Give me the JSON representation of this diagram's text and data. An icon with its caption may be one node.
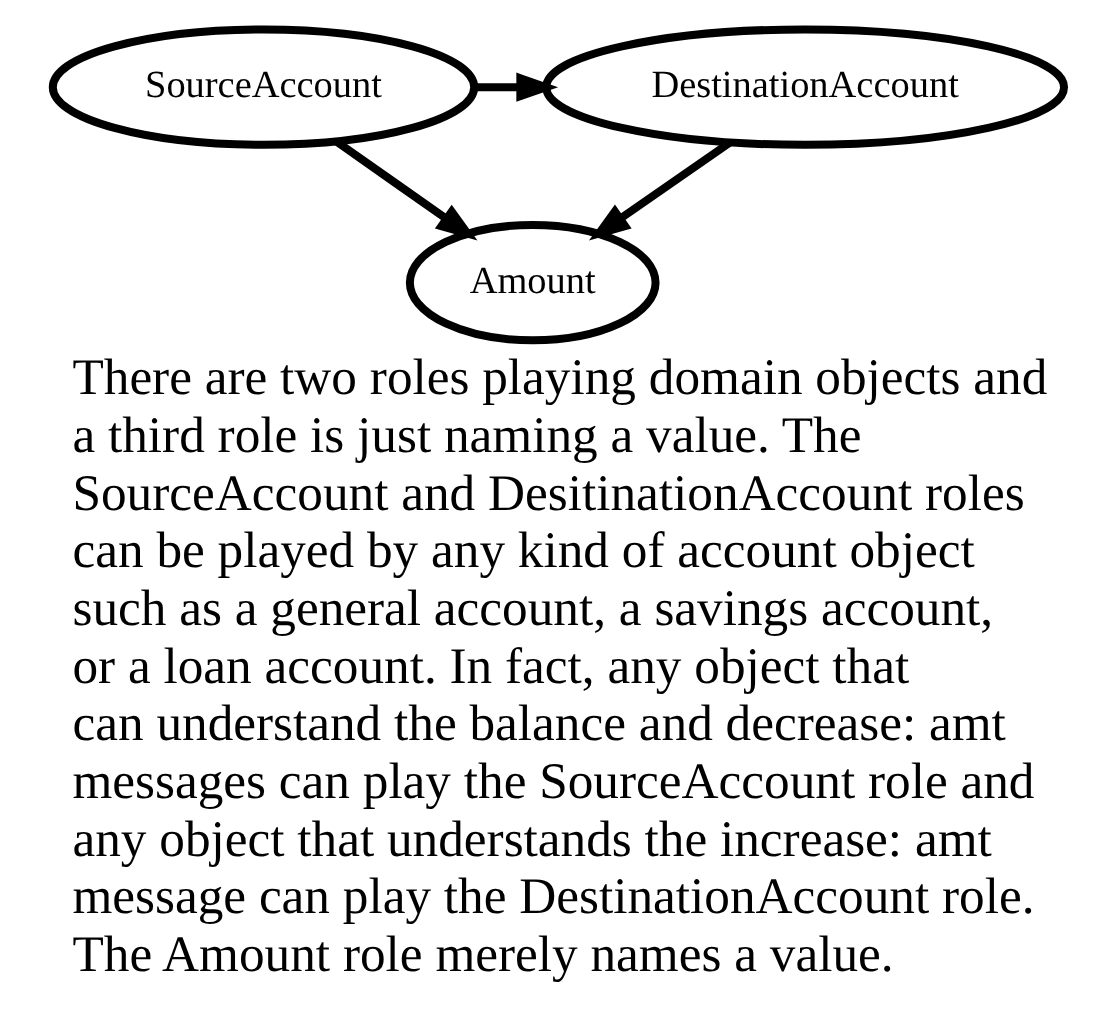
{
  "diagram": {
    "caption": "There are two roles playing domain objects and a third role is just naming a value. The SourceAccount and DesitinationAccount roles can be played by any kind of account object such as a general account, a savings account, or a loan account. In fact, any object that can understand the balance and decrease: amt messages can play the SourceAccount role and any object that understands the increase: amt message can play the DestinationAccount role. The Amount role merely names a value.",
    "nodes": [
      {
        "text": [
          "SourceAccount"
        ]
      },
      {
        "text": [
          "DestinationAccount"
        ]
      },
      {
        "text": [
          "Amount"
        ]
      }
    ],
    "edges": [
      {
        "from": 0,
        "to": 1,
        "arrow": "to"
      },
      {
        "from": 0,
        "to": 2,
        "arrow": "to"
      },
      {
        "from": 1,
        "to": 2,
        "arrow": "to"
      }
    ]
  }
}
